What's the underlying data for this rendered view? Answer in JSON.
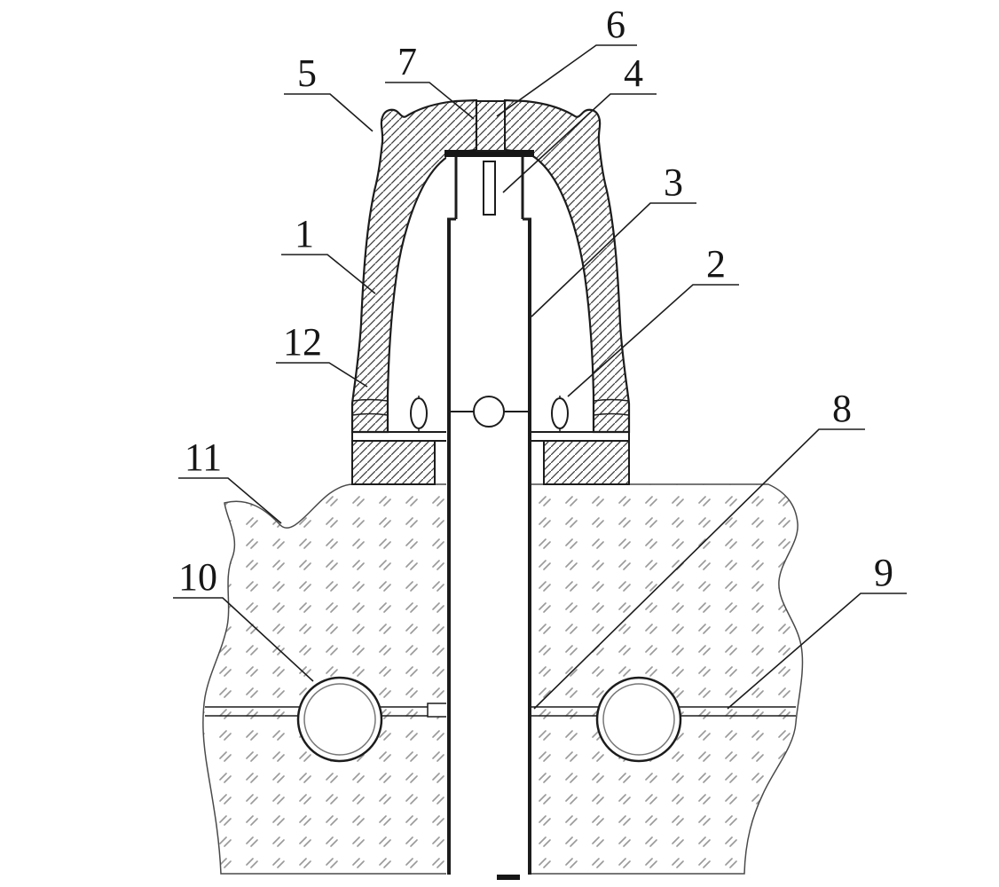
{
  "figure": {
    "callouts": [
      {
        "label": "1"
      },
      {
        "label": "2"
      },
      {
        "label": "3"
      },
      {
        "label": "4"
      },
      {
        "label": "5"
      },
      {
        "label": "6"
      },
      {
        "label": "7"
      },
      {
        "label": "8"
      },
      {
        "label": "9"
      },
      {
        "label": "10"
      },
      {
        "label": "11"
      },
      {
        "label": "12"
      }
    ],
    "colors": {
      "line": "#1c1c1c",
      "hatch": "#3f3f3f",
      "ground_mark": "#9b9b9b",
      "background": "#ffffff"
    }
  }
}
